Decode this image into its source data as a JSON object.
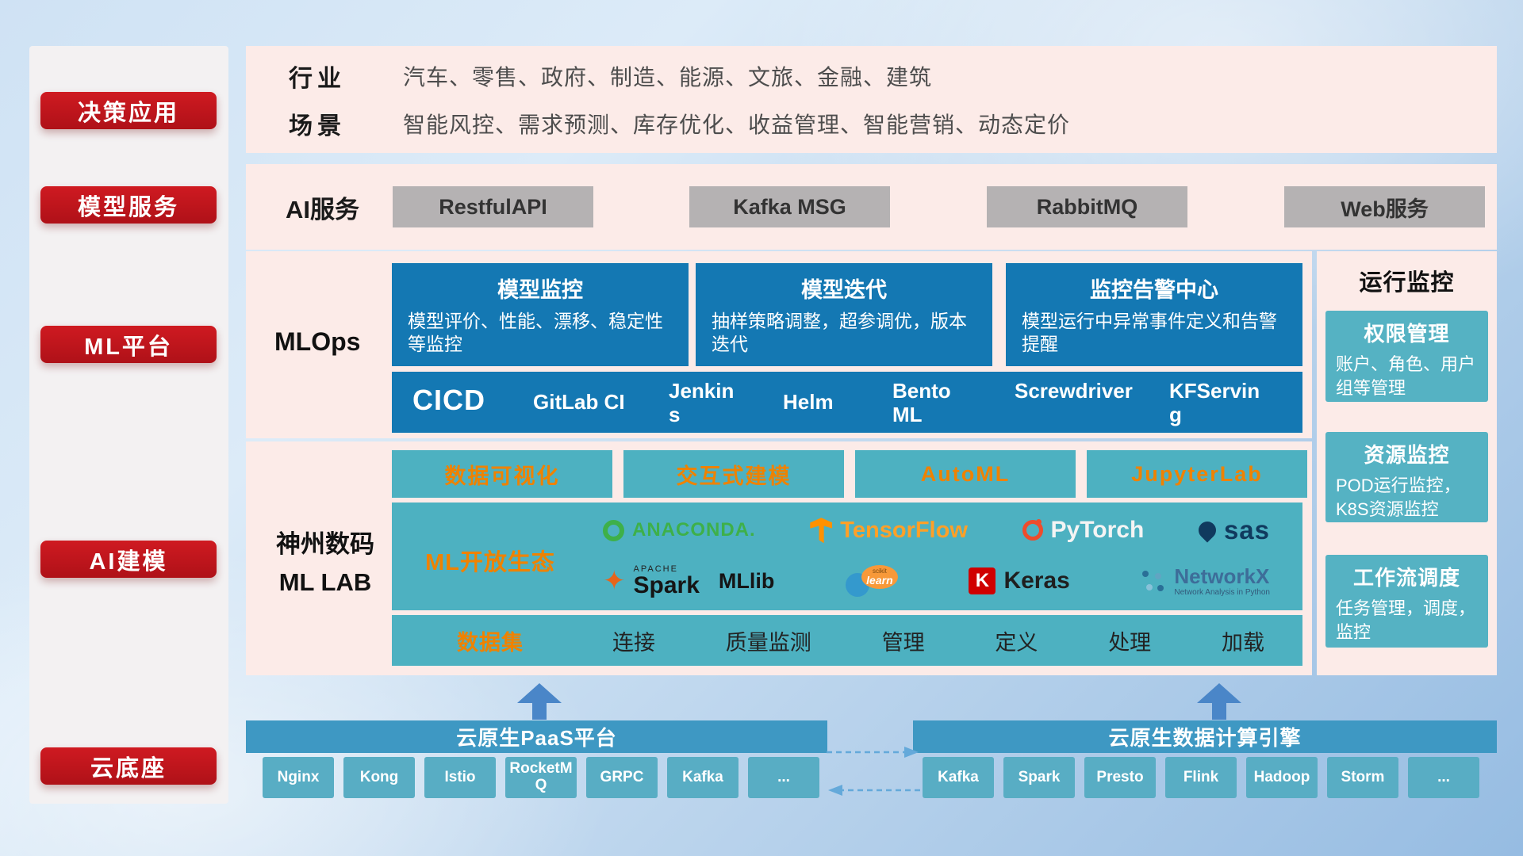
{
  "sidebar": {
    "items": [
      {
        "label": "决策应用"
      },
      {
        "label": "模型服务"
      },
      {
        "label": "ML平台"
      },
      {
        "label": "AI建模"
      },
      {
        "label": "云底座"
      }
    ]
  },
  "industry_panel": {
    "rows": [
      {
        "label": "行业",
        "content": "汽车、零售、政府、制造、能源、文旅、金融、建筑"
      },
      {
        "label": "场景",
        "content": "智能风控、需求预测、库存优化、收益管理、智能营销、动态定价"
      }
    ]
  },
  "ai_service_panel": {
    "label": "AI服务",
    "buttons": [
      "RestfulAPI",
      "Kafka MSG",
      "RabbitMQ",
      "Web服务"
    ]
  },
  "mlops_panel": {
    "label": "MLOps",
    "cards": [
      {
        "title": "模型监控",
        "desc": "模型评价、性能、漂移、稳定性等监控"
      },
      {
        "title": "模型迭代",
        "desc": "抽样策略调整，超参调优，版本迭代"
      },
      {
        "title": "监控告警中心",
        "desc": "模型运行中异常事件定义和告警提醒"
      }
    ],
    "cicd": {
      "label": "CICD",
      "tools": [
        "GitLab CI",
        "Jenkins",
        "Helm",
        "BentoML",
        "Screwdriver",
        "KFServing"
      ]
    }
  },
  "ml_lab_panel": {
    "label_line1": "神州数码",
    "label_line2": "ML LAB",
    "top_buttons": [
      "数据可视化",
      "交互式建模",
      "AutoML",
      "JupyterLab"
    ],
    "ecosystem": {
      "label": "ML开放生态",
      "logos": {
        "anaconda": {
          "text": "ANACONDA."
        },
        "tensorflow": {
          "text": "TensorFlow"
        },
        "pytorch": {
          "text": "PyTorch"
        },
        "sas": {
          "text": "sas"
        },
        "spark": {
          "super": "APACHE",
          "text": "Spark",
          "suffix": "MLlib"
        },
        "scikit_learn": {
          "super": "scikit",
          "text": "learn"
        },
        "keras": {
          "icon_letter": "K",
          "text": "Keras"
        },
        "networkx": {
          "text": "NetworkX",
          "subtitle": "Network Analysis in Python"
        }
      }
    },
    "dataset_row": {
      "label": "数据集",
      "items": [
        "连接",
        "质量监测",
        "管理",
        "定义",
        "处理",
        "加载"
      ]
    }
  },
  "monitor_panel": {
    "title": "运行监控",
    "cards": [
      {
        "title": "权限管理",
        "desc": "账户、角色、用户组等管理"
      },
      {
        "title": "资源监控",
        "desc": "POD运行监控，K8S资源监控"
      },
      {
        "title": "工作流调度",
        "desc": "任务管理，调度，监控"
      }
    ]
  },
  "cloud_base": {
    "paas": {
      "title": "云原生PaaS平台",
      "items": [
        "Nginx",
        "Kong",
        "Istio",
        "RocketMQ",
        "GRPC",
        "Kafka",
        "..."
      ]
    },
    "data_engine": {
      "title": "云原生数据计算引擎",
      "items": [
        "Kafka",
        "Spark",
        "Presto",
        "Flink",
        "Hadoop",
        "Storm",
        "..."
      ]
    }
  },
  "colors": {
    "accent_red": "#c0151c",
    "panel_pink": "#fcebe8",
    "deep_blue": "#1478b3",
    "teal": "#4db1c1",
    "accent_orange": "#ef8200",
    "gray_button": "#b5b2b3",
    "bar_blue": "#3e98c3",
    "chip_teal": "#58adc4",
    "arrow_blue": "#4a86c8"
  }
}
